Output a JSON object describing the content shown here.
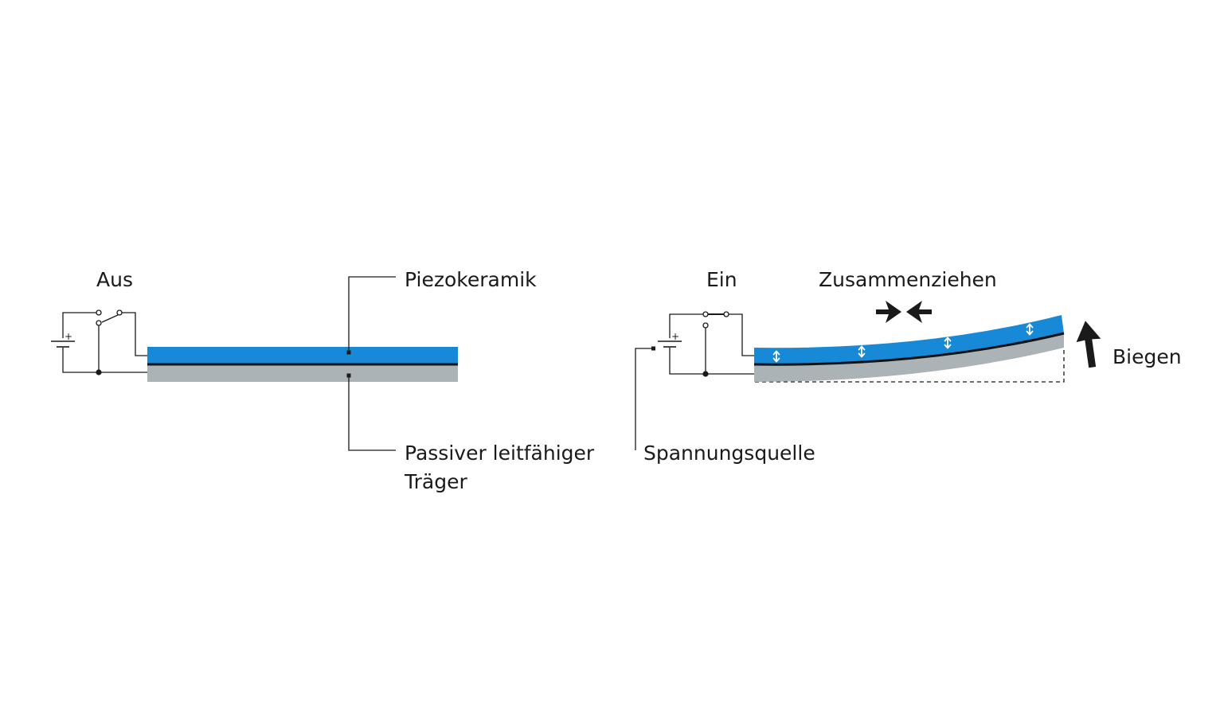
{
  "colors": {
    "piezo": "#1789d6",
    "carrier": "#acb3b7",
    "interface": "#111111",
    "wire": "#1a1a1a",
    "arrow": "#1a1a1a",
    "strain_arrow": "#ffffff",
    "background": "#ffffff"
  },
  "off_panel": {
    "state_label": "Aus",
    "piezo_label": "Piezokeramik",
    "carrier_label_line1": "Passiver leitfähiger",
    "carrier_label_line2": "Träger",
    "battery_plus": "+",
    "switch_state": "open"
  },
  "on_panel": {
    "state_label": "Ein",
    "contraction_label": "Zusammenziehen",
    "bend_label": "Biegen",
    "source_label": "Spannungsquelle",
    "battery_plus": "+",
    "switch_state": "closed",
    "strain_arrow_count": 4
  },
  "icons": {
    "battery": "battery-symbol-icon",
    "switch": "switch-symbol-icon",
    "contract": "contraction-arrows-icon",
    "bend": "up-arrow-icon",
    "strain": "double-headed-vertical-arrow-icon"
  }
}
